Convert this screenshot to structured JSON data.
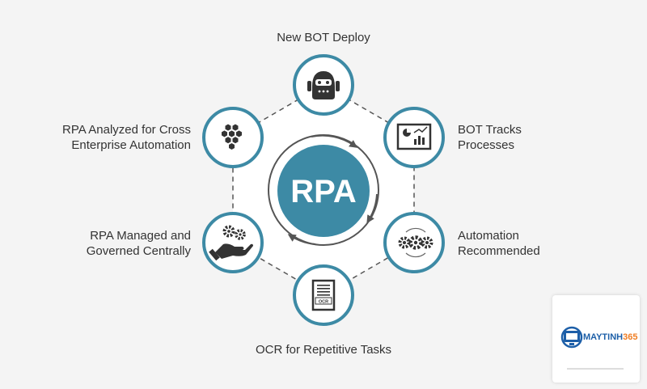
{
  "colors": {
    "accent": "#3d8aa5",
    "background": "#f4f4f4",
    "icon": "#333333",
    "ring": "#555555"
  },
  "hub": {
    "label": "RPA"
  },
  "nodes": [
    {
      "id": "bot-deploy",
      "icon": "robot-icon",
      "lines": [
        "New BOT Deploy"
      ]
    },
    {
      "id": "bot-tracks",
      "icon": "chart-board-icon",
      "lines": [
        "BOT Tracks",
        "Processes"
      ]
    },
    {
      "id": "automation",
      "icon": "gears-icon",
      "lines": [
        "Automation",
        "Recommended"
      ]
    },
    {
      "id": "ocr",
      "icon": "ocr-document-icon",
      "lines": [
        "OCR for Repetitive Tasks"
      ]
    },
    {
      "id": "managed",
      "icon": "hand-gears-icon",
      "lines": [
        "RPA Managed and",
        "Governed Centrally"
      ]
    },
    {
      "id": "analyzed",
      "icon": "hexagon-cluster-icon",
      "lines": [
        "RPA Analyzed for Cross",
        "Enterprise Automation"
      ]
    }
  ],
  "watermark": {
    "brand_main": "MAYTINH",
    "brand_accent": "365"
  }
}
